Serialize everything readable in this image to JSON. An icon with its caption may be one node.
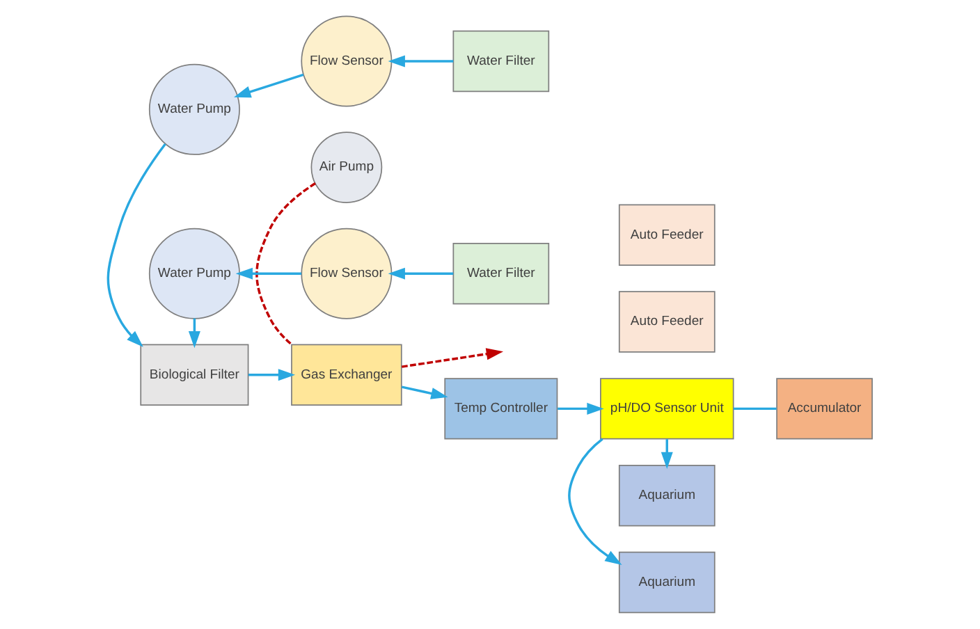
{
  "diagram": {
    "nodes": [
      {
        "text": [
          "Water Pump"
        ]
      },
      {
        "text": [
          "Flow Sensor"
        ]
      },
      {
        "text": [
          "Water Filter"
        ]
      },
      {
        "text": [
          "Aquarium"
        ]
      },
      {
        "text": [
          "Auto Feeder"
        ]
      },
      {
        "text": [
          "Air Pump"
        ]
      },
      {
        "text": [
          "Biological Filter"
        ]
      },
      {
        "text": [
          "Gas Exchanger"
        ]
      },
      {
        "text": [
          "Temp Controller"
        ]
      },
      {
        "text": [
          "pH/DO Sensor Unit"
        ]
      },
      {
        "text": [
          "Accumulator"
        ]
      },
      {
        "text": [
          "Water Pump"
        ]
      },
      {
        "text": [
          "Flow Sensor"
        ]
      },
      {
        "text": [
          "Water Filter"
        ]
      },
      {
        "text": [
          "Aquarium"
        ]
      },
      {
        "text": [
          "Auto Feeder"
        ]
      }
    ],
    "edges": [
      {
        "from": 2,
        "to": 1,
        "arrow": "to"
      },
      {
        "from": 1,
        "to": 0,
        "arrow": "to"
      },
      {
        "from": 0,
        "to": 6,
        "arrow": "to"
      },
      {
        "from": 11,
        "to": 6,
        "arrow": "to"
      },
      {
        "from": 6,
        "to": 7,
        "arrow": "to"
      },
      {
        "from": 7,
        "to": 8,
        "arrow": "to"
      },
      {
        "from": 8,
        "to": 9,
        "arrow": "to"
      },
      {
        "from": 9,
        "to": 3,
        "arrow": "to"
      },
      {
        "from": 9,
        "to": 14,
        "arrow": "to"
      },
      {
        "from": 9,
        "to": 10,
        "arrow": "none"
      },
      {
        "from": 5,
        "to": 7,
        "arrow": "none",
        "style": "dashed",
        "color": "#c00000"
      },
      {
        "from": 7,
        "to": null,
        "arrow": "to",
        "style": "dashed",
        "color": "#c00000"
      },
      {
        "from": 13,
        "to": 12,
        "arrow": "to"
      },
      {
        "from": 12,
        "to": 11,
        "arrow": "to"
      }
    ]
  }
}
